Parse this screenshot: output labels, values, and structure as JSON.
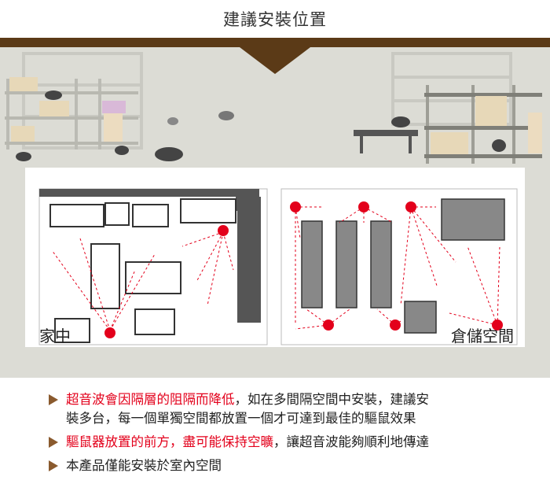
{
  "title": "建議安裝位置",
  "panels": {
    "home_label": "家中",
    "warehouse_label": "倉儲空間"
  },
  "bullets": [
    {
      "highlight": "超音波會因隔層的阻隔而降低",
      "rest": "，如在多間隔空間中安裝，建議安",
      "cont": "裝多台，每一個單獨空間都放置一個才可達到最佳的驅鼠效果"
    },
    {
      "highlight": "驅鼠器放置的前方，盡可能保持空曠",
      "rest": "，讓超音波能夠順利地傳達",
      "cont": ""
    },
    {
      "highlight": "",
      "rest": "本產品僅能安裝於室內空間",
      "cont": ""
    }
  ],
  "colors": {
    "banner": "#5b3a17",
    "accent": "#e3001b",
    "bullet": "#8a5a2e",
    "scene_bg": "#dcdcd5"
  }
}
